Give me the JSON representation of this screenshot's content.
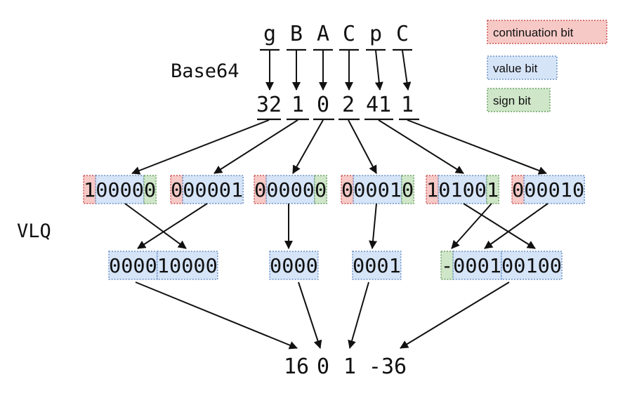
{
  "colors": {
    "continuation": "#f6c9c6",
    "continuation_border": "#cc5555",
    "value": "#d5e4f7",
    "value_border": "#6f93c9",
    "sign": "#cfe6c9",
    "sign_border": "#6fa366"
  },
  "legend": [
    {
      "key": "continuation",
      "label": "continuation bit"
    },
    {
      "key": "value",
      "label": "value bit"
    },
    {
      "key": "sign",
      "label": "sign bit"
    }
  ],
  "labels": {
    "base64": "Base64",
    "vlq": "VLQ"
  },
  "base64_chars": [
    "g",
    "B",
    "A",
    "C",
    "p",
    "C"
  ],
  "base64_values": [
    "32",
    "1",
    "0",
    "2",
    "41",
    "1"
  ],
  "sextets": [
    {
      "bits": "100000",
      "roles": [
        "continuation",
        "value",
        "value",
        "value",
        "value",
        "sign"
      ]
    },
    {
      "bits": "000001",
      "roles": [
        "continuation",
        "value",
        "value",
        "value",
        "value",
        "value"
      ]
    },
    {
      "bits": "000000",
      "roles": [
        "continuation",
        "value",
        "value",
        "value",
        "value",
        "sign"
      ]
    },
    {
      "bits": "000010",
      "roles": [
        "continuation",
        "value",
        "value",
        "value",
        "value",
        "sign"
      ]
    },
    {
      "bits": "101001",
      "roles": [
        "continuation",
        "value",
        "value",
        "value",
        "value",
        "sign"
      ]
    },
    {
      "bits": "000010",
      "roles": [
        "continuation",
        "value",
        "value",
        "value",
        "value",
        "value"
      ]
    }
  ],
  "combined_groups": [
    {
      "segments": [
        {
          "text": "0000",
          "role": "value"
        },
        {
          "text": "10000",
          "role": "value"
        }
      ]
    },
    {
      "segments": [
        {
          "text": "0000",
          "role": "value"
        }
      ]
    },
    {
      "segments": [
        {
          "text": "0001",
          "role": "value"
        }
      ]
    },
    {
      "segments": [
        {
          "text": "-",
          "role": "sign"
        },
        {
          "text": "0001",
          "role": "value"
        },
        {
          "text": "00100",
          "role": "value"
        }
      ]
    }
  ],
  "results": [
    "16",
    "0",
    "1",
    "-36"
  ]
}
